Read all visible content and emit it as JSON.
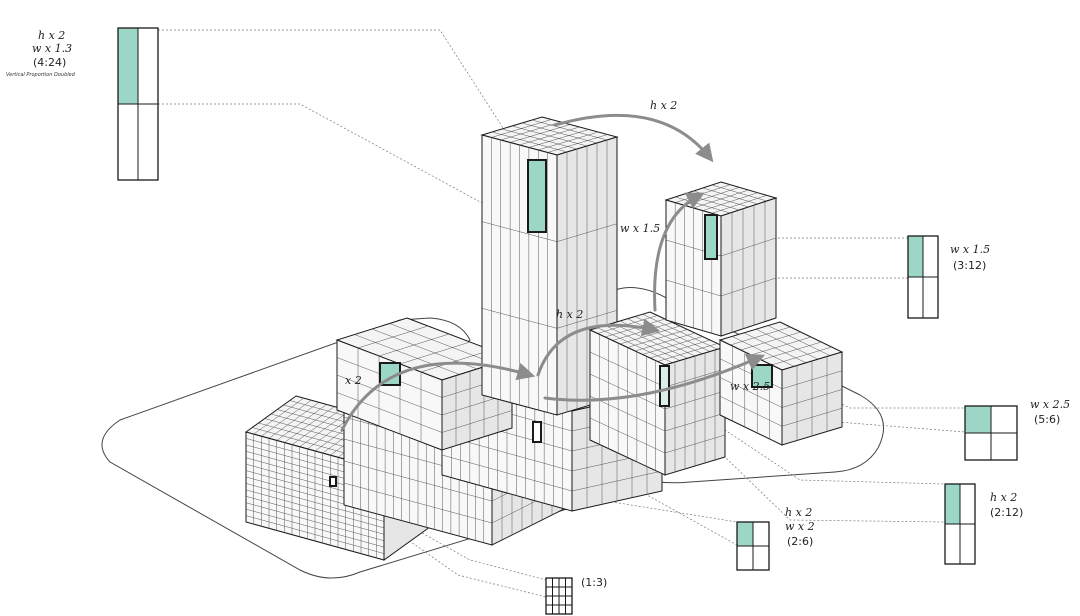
{
  "colors": {
    "accent": "#9bd6c6",
    "line": "#1a1a1a",
    "arrow": "#8c8c8c"
  },
  "labels": {
    "top_left": {
      "line1": "h x 2",
      "line2": "w x 1.3",
      "ratio": "(4:24)",
      "note": "Vertical Proportion Doubled"
    },
    "right_upper": {
      "line1": "w x 1.5",
      "ratio": "(3:12)"
    },
    "right_middle": {
      "line1": "w x 2.5",
      "ratio": "(5:6)"
    },
    "right_lower": {
      "line1": "h x 2",
      "ratio": "(2:12)"
    },
    "bottom_middle": {
      "line1": "h x 2",
      "line2": "w x 2",
      "ratio": "(2:6)"
    },
    "bottom": {
      "ratio": "(1:3)"
    }
  },
  "arrow_labels": {
    "top": "h x 2",
    "mid_tower": "w x 1.5",
    "center": "h x 2",
    "left": "x 2",
    "right": "w x 2.5"
  }
}
